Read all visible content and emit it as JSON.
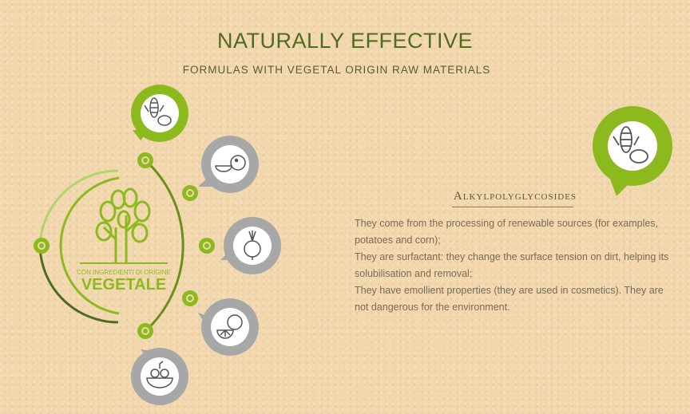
{
  "header": {
    "title": "NATURALLY EFFECTIVE",
    "subtitle": "FORMULAS WITH VEGETAL ORIGIN RAW MATERIALS"
  },
  "badge": {
    "small_text": "CON INGREDIENTI DI ORIGINE",
    "big_text": "VEGETALE"
  },
  "nodes": [
    {
      "icon": "corn-potato-icon",
      "active": true
    },
    {
      "icon": "coconut-icon",
      "active": false
    },
    {
      "icon": "beet-icon",
      "active": false
    },
    {
      "icon": "citrus-icon",
      "active": false
    },
    {
      "icon": "fruit-bowl-icon",
      "active": false
    }
  ],
  "detail": {
    "icon": "corn-potato-icon",
    "title": "Alkylpolyglycosides",
    "lines": [
      "They come from the processing of renewable sources (for examples, potatoes and corn);",
      "They are surfactant: they change the surface tension on dirt, helping its solubilisation and removal;",
      "They have emollient properties (they are used in cosmetics). They are not dangerous for the environment."
    ]
  },
  "colors": {
    "green": "#8cba1e",
    "dark_green": "#4f6b1f",
    "grey": "#9b9b9b",
    "text": "#7a6a56"
  }
}
